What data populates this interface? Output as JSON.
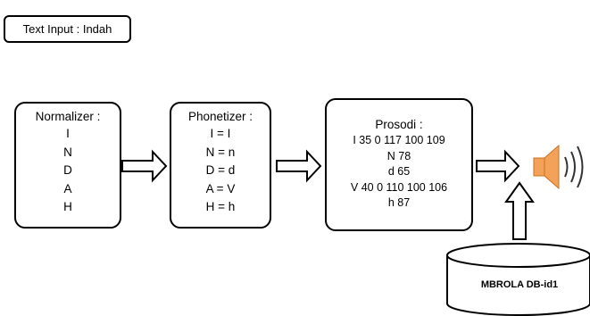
{
  "text_input": {
    "label": "Text Input : Indah"
  },
  "normalizer": {
    "title": "Normalizer :",
    "lines": [
      "I",
      "N",
      "D",
      "A",
      "H"
    ]
  },
  "phonetizer": {
    "title": "Phonetizer :",
    "lines": [
      "I = I",
      "N = n",
      "D = d",
      "A = V",
      "H = h"
    ]
  },
  "prosodi": {
    "title": "Prosodi :",
    "lines": [
      "I 35 0 117 100 109",
      "N 78",
      "d 65",
      "V 40 0 110 100 106",
      "h 87"
    ]
  },
  "database": {
    "label": "MBROLA DB-id1"
  },
  "colors": {
    "border": "#000000",
    "speaker_body": "#f4a25a",
    "speaker_dark": "#c8731f"
  },
  "icons": {
    "output": "speaker-icon"
  }
}
